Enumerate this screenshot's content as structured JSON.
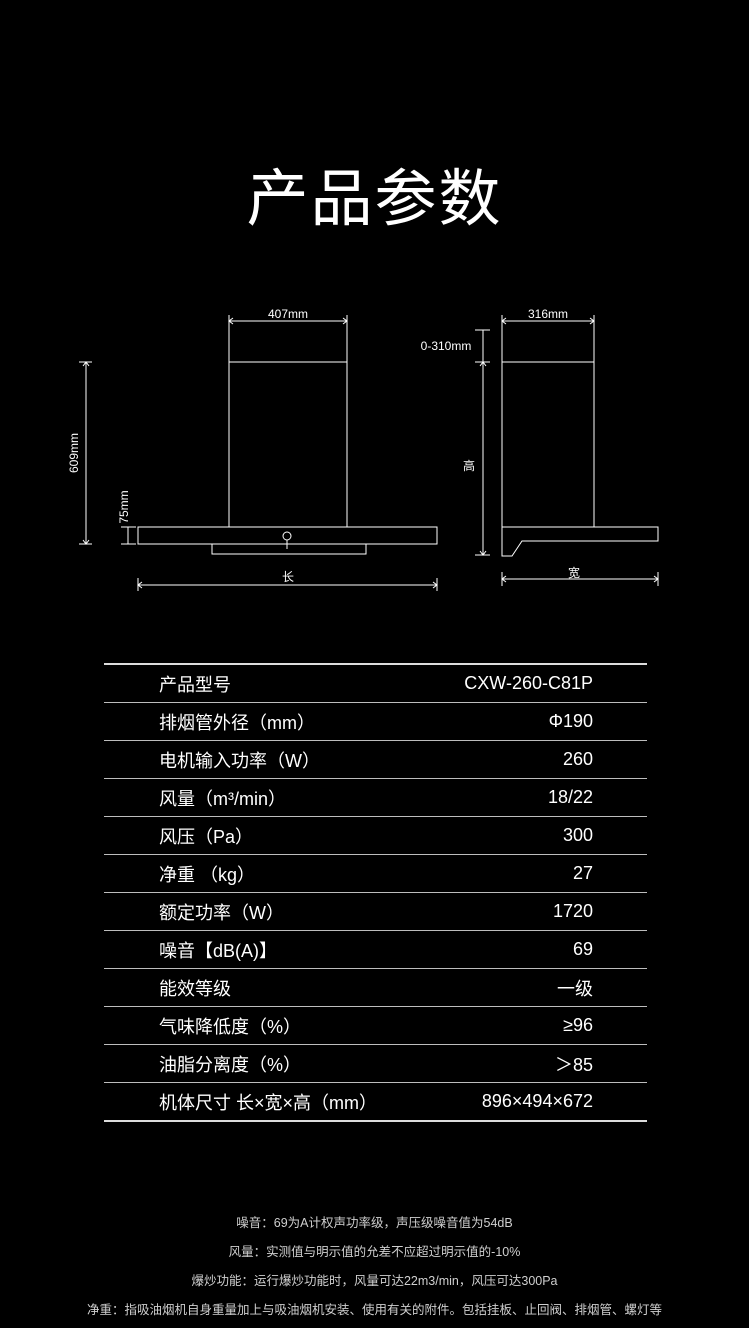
{
  "title": "产品参数",
  "diagram": {
    "front_width": "407mm",
    "total_height": "609mm",
    "panel_height": "75mm",
    "length_label": "长",
    "side_width": "316mm",
    "extension": "0-310mm",
    "height_label": "高",
    "width_label": "宽"
  },
  "specs": [
    {
      "label": "产品型号",
      "value": "CXW-260-C81P"
    },
    {
      "label": "排烟管外径（mm）",
      "value": "Φ190"
    },
    {
      "label": "电机输入功率（W）",
      "value": "260"
    },
    {
      "label": "风量（m³/min）",
      "value": "18/22"
    },
    {
      "label": "风压（Pa）",
      "value": "300"
    },
    {
      "label": "净重 （kg）",
      "value": "27"
    },
    {
      "label": "额定功率（W）",
      "value": "1720"
    },
    {
      "label": "噪音【dB(A)】",
      "value": "69"
    },
    {
      "label": "能效等级",
      "value": "一级"
    },
    {
      "label": "气味降低度（%）",
      "value": "≥96"
    },
    {
      "label": "油脂分离度（%）",
      "value": "＞85"
    },
    {
      "label": "机体尺寸 长×宽×高（mm）",
      "value": "896×494×672"
    }
  ],
  "notes": [
    "噪音：69为A计权声功率级，声压级噪音值为54dB",
    "风量：实测值与明示值的允差不应超过明示值的-10%",
    "爆炒功能：运行爆炒功能时，风量可达22m3/min，风压可达300Pa",
    "净重：指吸油烟机自身重量加上与吸油烟机安装、使用有关的附件。包括挂板、止回阀、排烟管、螺灯等"
  ]
}
